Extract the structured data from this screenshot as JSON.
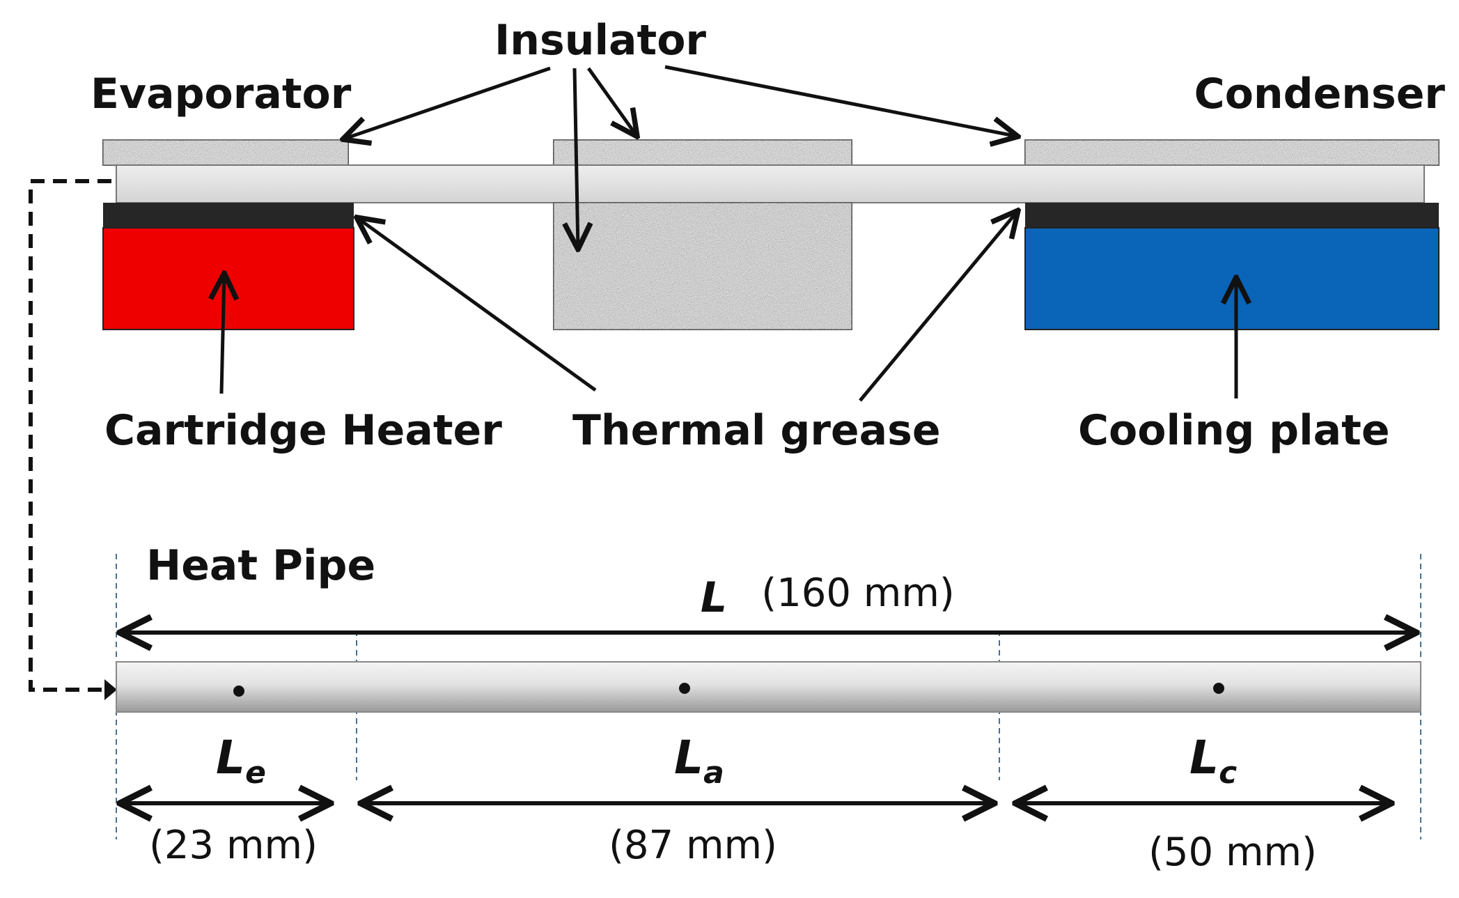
{
  "labels": {
    "insulator": "Insulator",
    "evaporator": "Evaporator",
    "condenser": "Condenser",
    "cartridge_heater": "Cartridge Heater",
    "thermal_grease": "Thermal grease",
    "cooling_plate": "Cooling plate",
    "heat_pipe": "Heat Pipe"
  },
  "dimensions": {
    "total": {
      "symbol": "L",
      "value": "(160 mm)"
    },
    "evaporator": {
      "symbol": "L",
      "subscript": "e",
      "value": "(23 mm)"
    },
    "adiabatic": {
      "symbol": "L",
      "subscript": "a",
      "value": "(87 mm)"
    },
    "condenser": {
      "symbol": "L",
      "subscript": "c",
      "value": "(50 mm)"
    }
  },
  "colors": {
    "heater": "#ee0000",
    "cooling_plate": "#0a64b8",
    "thermal_grease": "#262626",
    "insulator": "#bdbdbd",
    "pipe": "#e6e6e6",
    "text": "#111111"
  }
}
